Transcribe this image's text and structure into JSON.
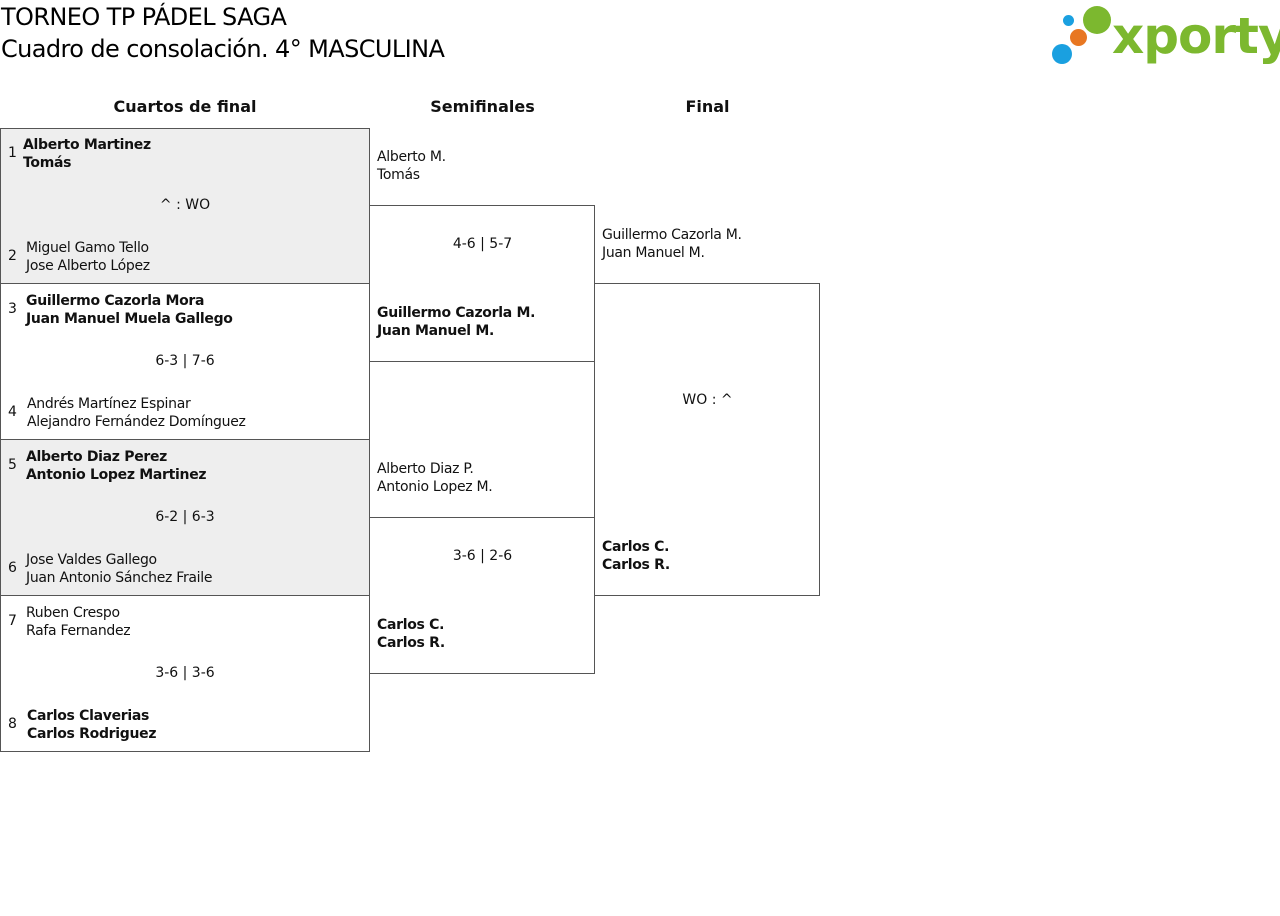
{
  "header": {
    "title": "TORNEO TP PÁDEL SAGA",
    "subtitle": "Cuadro de consolación. 4° MASCULINA"
  },
  "logo": {
    "text": "xporty",
    "text_color": "#7cb82f",
    "dot_colors": [
      "#1aa0e0",
      "#e87722",
      "#7cb82f"
    ]
  },
  "columns": [
    "Cuartos de final",
    "Semifinales",
    "Final"
  ],
  "quarterfinals": [
    {
      "score": "^ : WO",
      "top": {
        "seed": "1",
        "p1": "Alberto Martinez",
        "p2": "Tomás",
        "winner": true
      },
      "bottom": {
        "seed": "2",
        "p1": "Miguel Gamo Tello",
        "p2": "Jose Alberto López",
        "winner": false
      }
    },
    {
      "score": "6-3 | 7-6",
      "top": {
        "seed": "3",
        "p1": "Guillermo Cazorla Mora",
        "p2": "Juan Manuel Muela Gallego",
        "winner": true
      },
      "bottom": {
        "seed": "4",
        "p1": "Andrés Martínez Espinar",
        "p2": "Alejandro Fernández Domínguez",
        "winner": false
      }
    },
    {
      "score": "6-2 | 6-3",
      "top": {
        "seed": "5",
        "p1": "Alberto Diaz Perez",
        "p2": "Antonio Lopez Martinez",
        "winner": true
      },
      "bottom": {
        "seed": "6",
        "p1": "Jose Valdes Gallego",
        "p2": "Juan Antonio Sánchez Fraile",
        "winner": false
      }
    },
    {
      "score": "3-6 | 3-6",
      "top": {
        "seed": "7",
        "p1": "Ruben Crespo",
        "p2": "Rafa Fernandez",
        "winner": false
      },
      "bottom": {
        "seed": "8",
        "p1": "Carlos Claverias",
        "p2": "Carlos Rodriguez",
        "winner": true
      }
    }
  ],
  "semifinals": [
    {
      "score": "4-6 | 5-7",
      "top": {
        "p1": "Alberto M.",
        "p2": "Tomás",
        "winner": false
      },
      "bottom": {
        "p1": "Guillermo Cazorla M.",
        "p2": "Juan Manuel M.",
        "winner": true
      }
    },
    {
      "score": "3-6 | 2-6",
      "top": {
        "p1": "Alberto Diaz P.",
        "p2": "Antonio Lopez M.",
        "winner": false
      },
      "bottom": {
        "p1": "Carlos C.",
        "p2": "Carlos R.",
        "winner": true
      }
    }
  ],
  "final": {
    "score": "WO : ^",
    "top": {
      "p1": "Guillermo Cazorla M.",
      "p2": "Juan Manuel M.",
      "winner": false
    },
    "bottom": {
      "p1": "Carlos C.",
      "p2": "Carlos R.",
      "winner": true
    }
  }
}
